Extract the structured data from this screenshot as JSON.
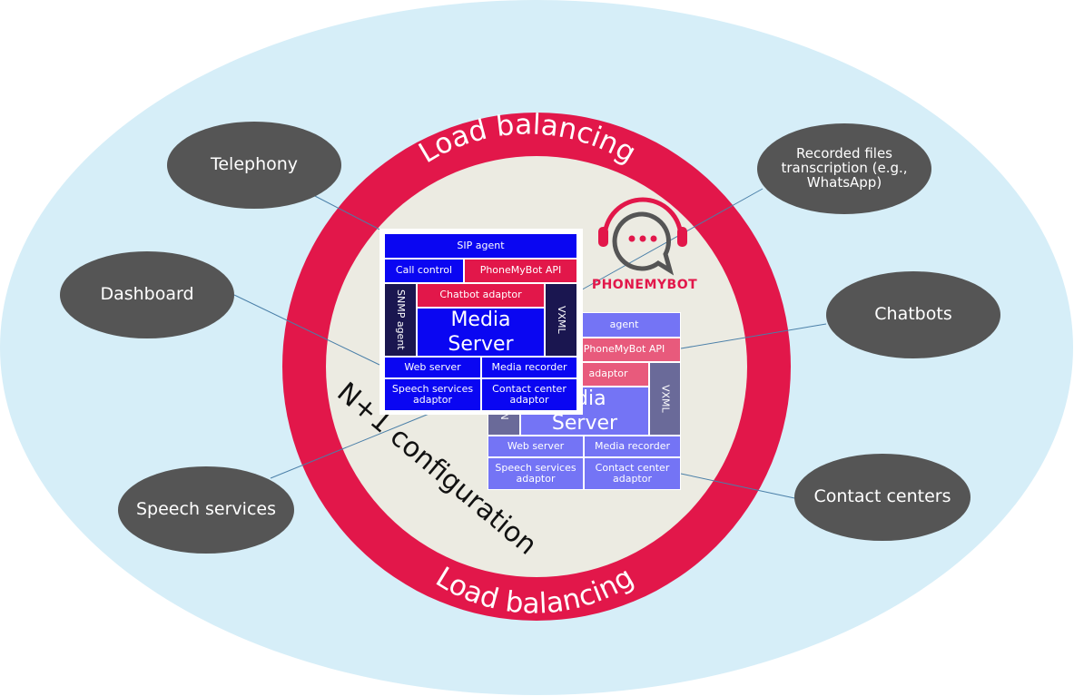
{
  "diagram": {
    "ring_top": "Load balancing",
    "ring_bottom": "Load balancing",
    "n_plus_one": "N+1 configuration",
    "logo": {
      "brand": "PHONEMYBOT",
      "accent": "#E2174A",
      "icon": "headset-chat-icon"
    },
    "colors": {
      "outer_ellipse": "#D6EEF8",
      "ring": "#E2174A",
      "core": "#ECEBE2",
      "bubble": "#555555",
      "blue": "#0A06F2",
      "light_blue": "#7474F5"
    },
    "bubbles": [
      {
        "text": "Telephony"
      },
      {
        "text": "Dashboard"
      },
      {
        "text": "Speech services"
      },
      {
        "text": "Recorded files\ntranscription (e.g.,\nWhatsApp)"
      },
      {
        "text": "Chatbots"
      },
      {
        "text": "Contact centers"
      }
    ],
    "server1": {
      "sip_agent": "SIP agent",
      "call_control": "Call control",
      "api": "PhoneMyBot API",
      "chatbot_adaptor": "Chatbot adaptor",
      "snmp": "SNMP agent",
      "media_server": "Media\nServer",
      "vxml": "VXML",
      "web_server": "Web server",
      "media_recorder": "Media recorder",
      "speech_adaptor": "Speech services\nadaptor",
      "cc_adaptor": "Contact center\nadaptor"
    },
    "server2": {
      "sip_agent": "agent",
      "api": "PhoneMyBot API",
      "chatbot_adaptor": "adaptor",
      "snmp": "S N",
      "media_server": "edia\nServer",
      "vxml": "VXML",
      "web_server": "Web server",
      "media_recorder": "Media recorder",
      "speech_adaptor": "Speech services\nadaptor",
      "cc_adaptor": "Contact center\nadaptor"
    }
  }
}
